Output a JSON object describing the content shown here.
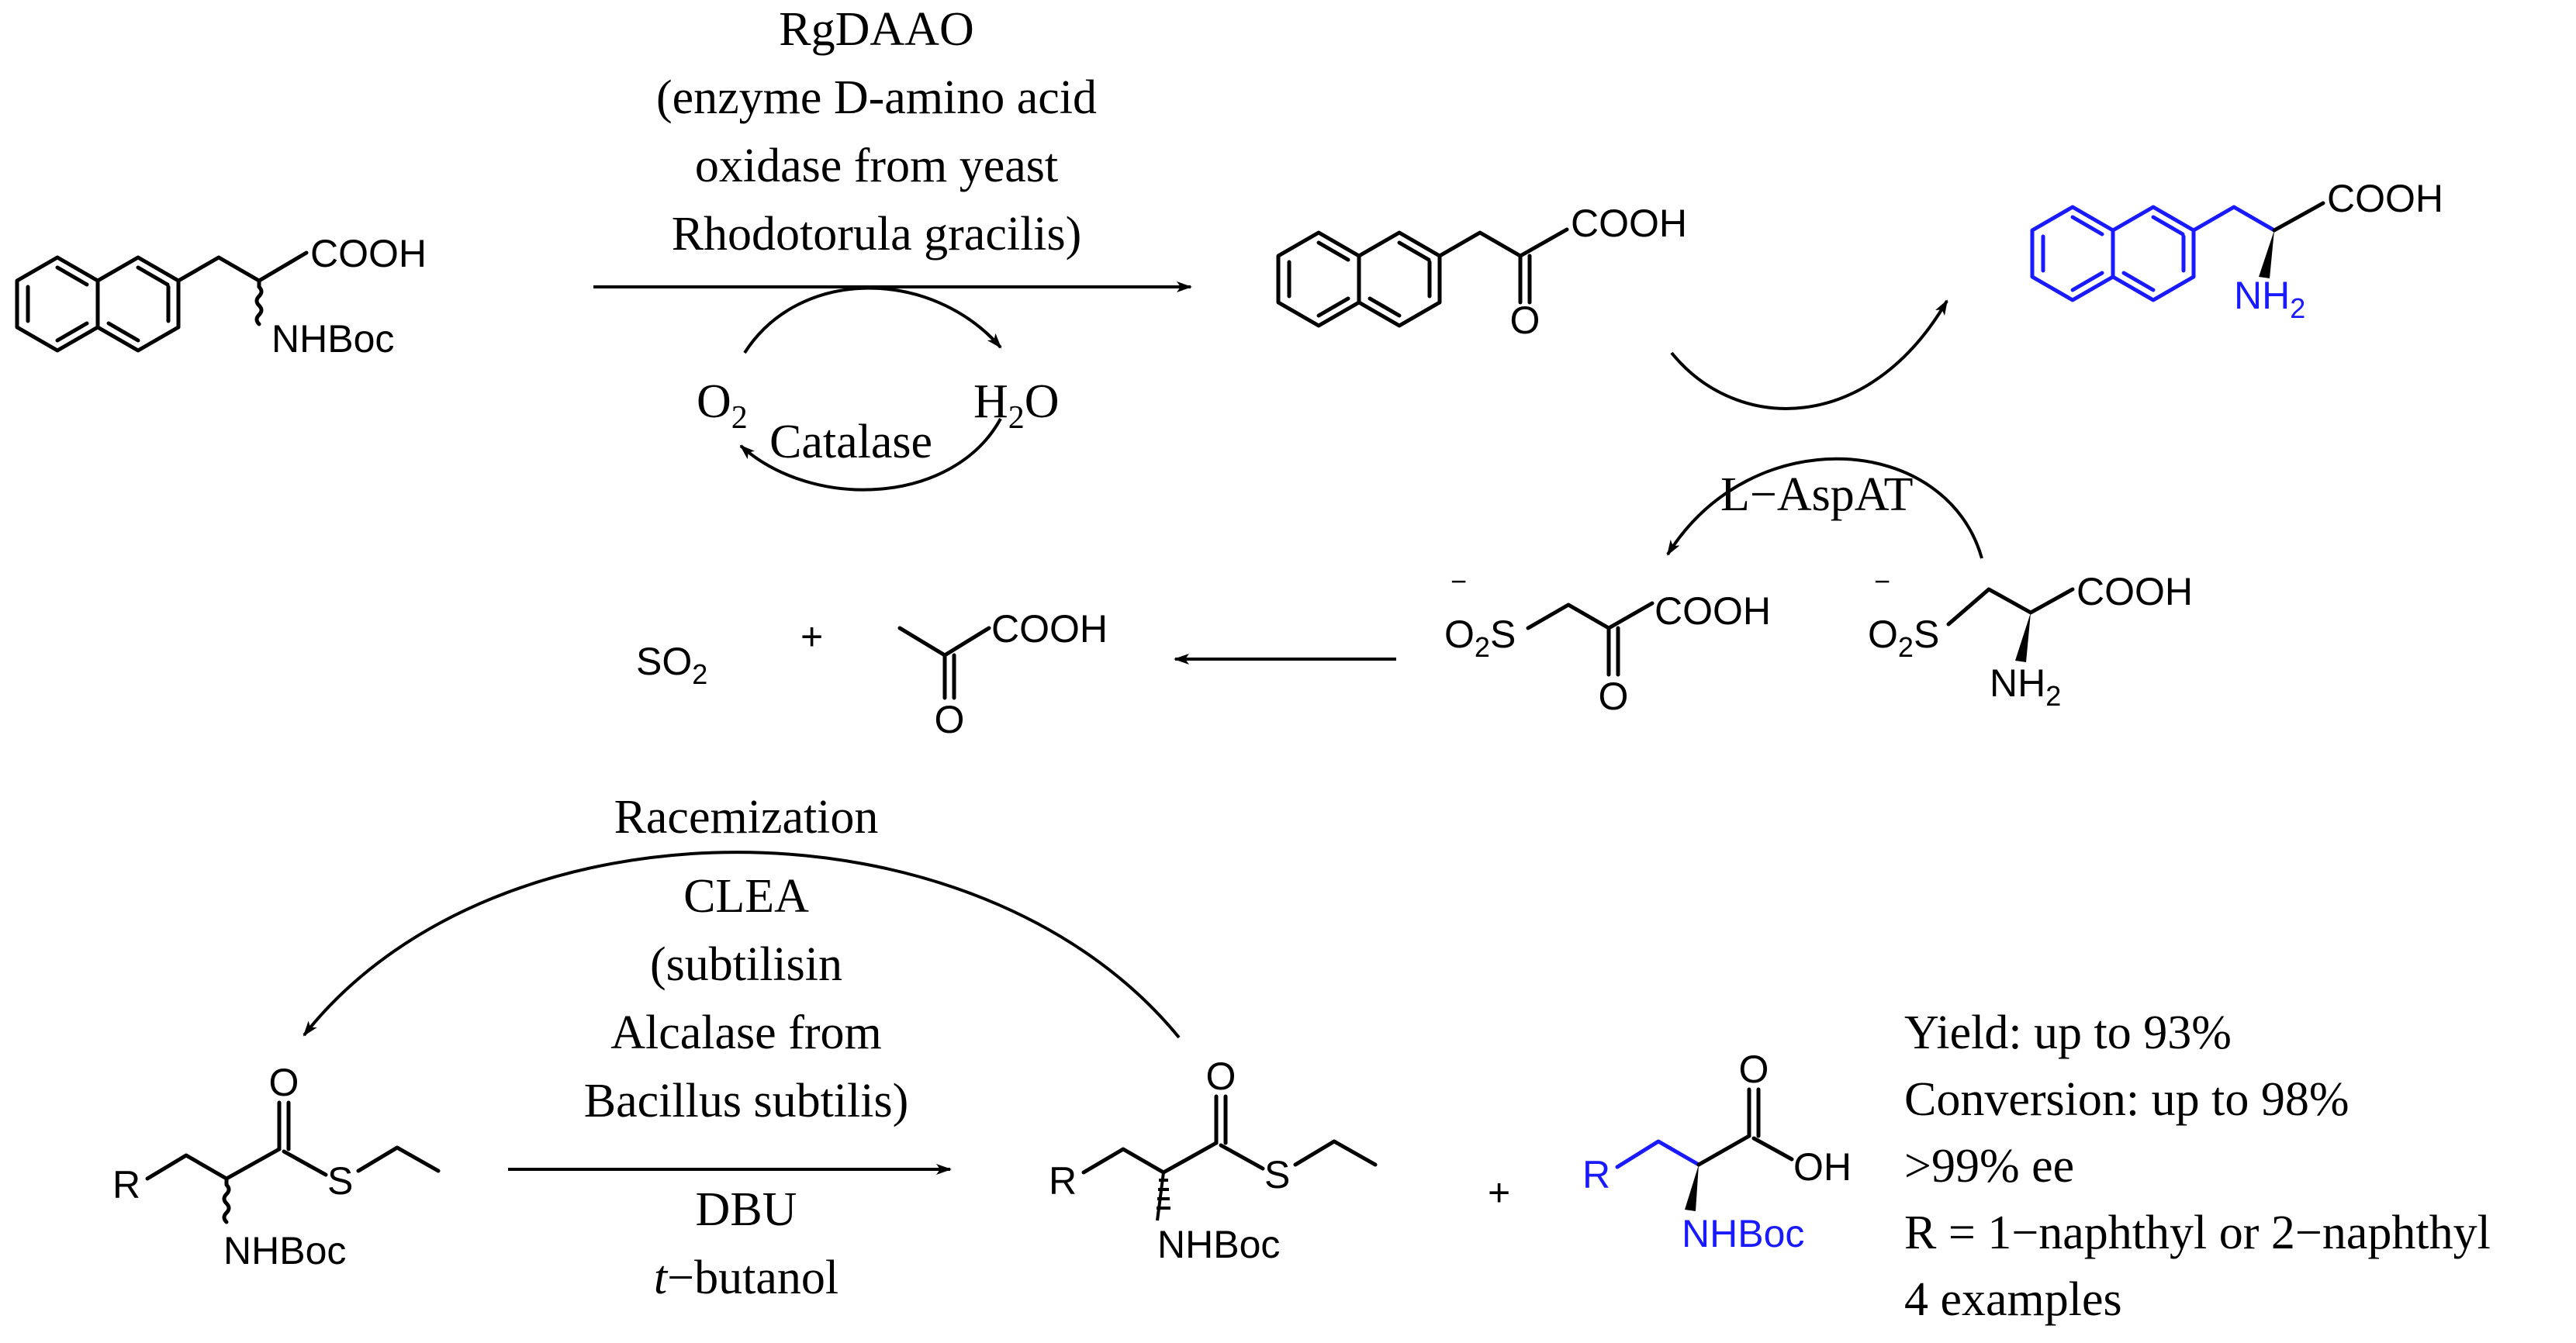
{
  "top_reaction": {
    "enzyme_line1": "RgDAAO",
    "enzyme_line2": "(enzyme D-amino acid",
    "enzyme_line3": "oxidase from yeast",
    "enzyme_line4": "Rhodotorula gracilis)",
    "o2": "O",
    "o2_sub": "2",
    "h2o_h": "H",
    "h2o_sub": "2",
    "h2o_o": "O",
    "catalase": "Catalase",
    "aspat": "L−AspAT",
    "sm_cooh": "COOH",
    "sm_nhboc": "NHBoc",
    "keto_cooh": "COOH",
    "keto_o": "O",
    "prod_cooh": "COOH",
    "prod_nh2": "NH",
    "prod_nh2_sub": "2",
    "keto_sulfinate_charge": "−",
    "keto_sulfinate": "O",
    "keto_sulfinate_sub": "2",
    "keto_sulfinate_s": "S",
    "keto_sulfinate_cooh": "COOH",
    "keto_sulfinate_o": "O",
    "csa_charge": "−",
    "csa_o2s": "O",
    "csa_o2s_sub": "2",
    "csa_s": "S",
    "csa_cooh": "COOH",
    "csa_nh2": "NH",
    "csa_nh2_sub": "2",
    "so2": "SO",
    "so2_sub": "2",
    "plus": "+",
    "pyruvate_cooh": "COOH",
    "pyruvate_o": "O"
  },
  "bottom_reaction": {
    "racemization": "Racemization",
    "cond_line1": "CLEA",
    "cond_line2": "(subtilisin",
    "cond_line3": "Alcalase from",
    "cond_line4": "Bacillus subtilis)",
    "cond_line5": "DBU",
    "cond_line6_italic": "t",
    "cond_line6_rest": "−butanol",
    "sm_r": "R",
    "sm_o": "O",
    "sm_s": "S",
    "sm_nhboc": "NHBoc",
    "prod1_r": "R",
    "prod1_o": "O",
    "prod1_s": "S",
    "prod1_nhboc": "NHBoc",
    "plus": "+",
    "prod2_r": "R",
    "prod2_o": "O",
    "prod2_oh": "OH",
    "prod2_nhboc": "NHBoc"
  },
  "results": {
    "line1": "Yield: up to 93%",
    "line2": "Conversion: up to 98%",
    "line3": ">99% ee",
    "line4": "R = 1−naphthyl or 2−naphthyl",
    "line5": "4 examples"
  },
  "colors": {
    "product_blue": "#1a1aff",
    "ink": "#000000"
  }
}
